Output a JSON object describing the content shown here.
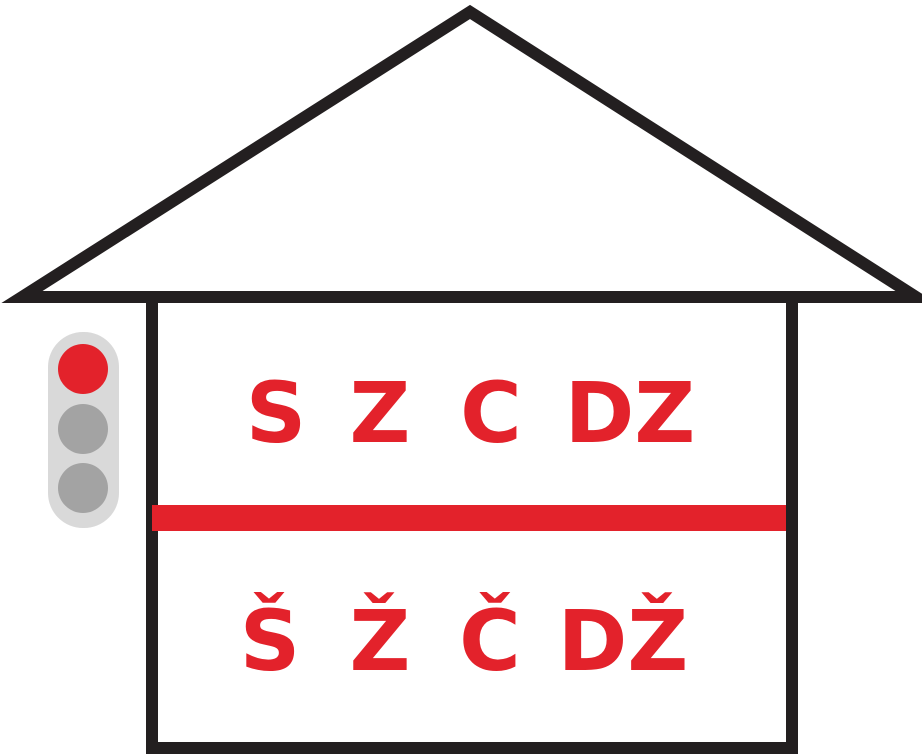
{
  "diagram": {
    "upper_row": [
      "S",
      "Z",
      "C",
      "DZ"
    ],
    "lower_row": [
      "Š",
      "Ž",
      "Č",
      "DŽ"
    ]
  },
  "colors": {
    "outline": "#231f20",
    "accent_red": "#e3222b",
    "traffic_light_body": "#d9d9d9",
    "traffic_light_off": "#a3a3a3"
  },
  "traffic_light": {
    "active_lamp": "red",
    "lamps": [
      "red",
      "off",
      "off"
    ]
  }
}
